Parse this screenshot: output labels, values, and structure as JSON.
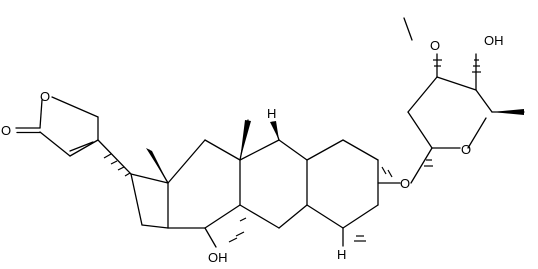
{
  "molecule": {
    "atom_labels": {
      "o_ketone": "O",
      "o_lactone": "O",
      "oh_c14": "OH",
      "h_c9": "H",
      "h_c5": "H",
      "o_glycoside": "O",
      "o_ring": "O",
      "o_methoxy": "O",
      "oh_sugar": "OH"
    }
  }
}
